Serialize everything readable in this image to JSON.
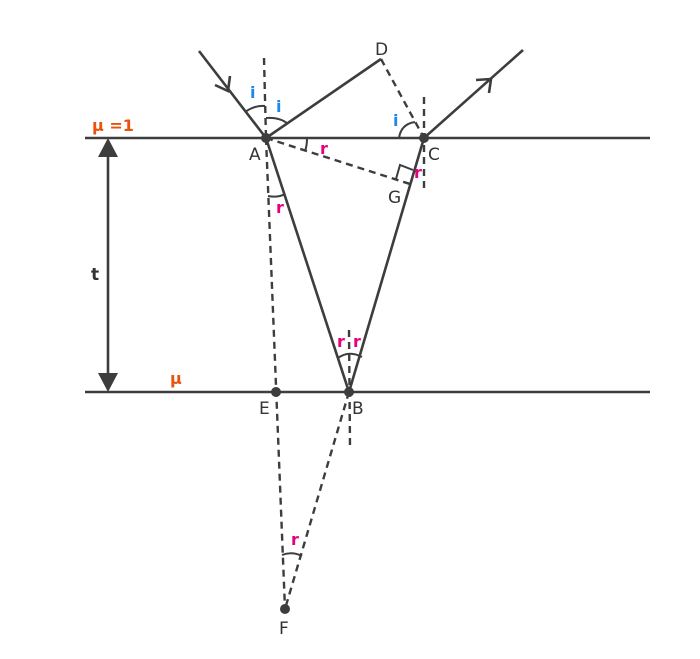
{
  "colors": {
    "line": "#3d3d3d",
    "angle_i": "#1e88e5",
    "angle_r": "#e6007e",
    "medium": "#e8540e"
  },
  "labels": {
    "media": {
      "top": "μ =1",
      "bottom": "μ"
    },
    "thickness": "t",
    "points": {
      "A": "A",
      "B": "B",
      "C": "C",
      "D": "D",
      "E": "E",
      "F": "F",
      "G": "G"
    },
    "angles": {
      "i": "i",
      "r": "r"
    }
  }
}
